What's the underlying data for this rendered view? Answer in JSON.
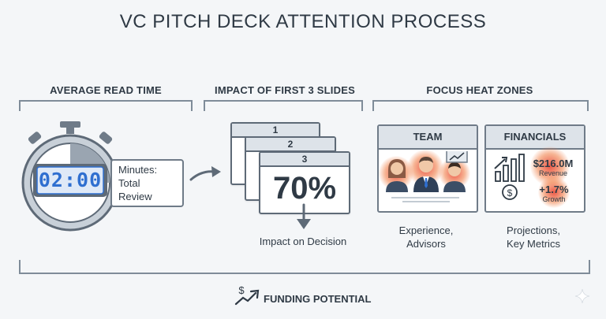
{
  "title": "VC PITCH DECK ATTENTION PROCESS",
  "sections": {
    "read_time": {
      "heading": "AVERAGE READ TIME",
      "timer": "02:00",
      "label_line1": "Minutes:",
      "label_line2": "Total Review"
    },
    "first_slides": {
      "heading": "IMPACT OF FIRST 3 SLIDES",
      "slide_numbers": [
        "1",
        "2",
        "3"
      ],
      "percent": "70%",
      "caption": "Impact on Decision"
    },
    "heat_zones": {
      "heading": "FOCUS HEAT ZONES",
      "team": {
        "title": "TEAM",
        "caption_line1": "Experience,",
        "caption_line2": "Advisors"
      },
      "financials": {
        "title": "FINANCIALS",
        "revenue_value": "$216.0M",
        "revenue_label": "Revenue",
        "growth_value": "+1.7%",
        "growth_label": "Growth",
        "caption_line1": "Projections,",
        "caption_line2": "Key Metrics"
      }
    }
  },
  "footer": {
    "label": "FUNDING POTENTIAL"
  },
  "colors": {
    "stroke": "#5e6a77",
    "accent_blue": "#2f6fd0",
    "heat_red": "#e83c28",
    "panel": "#dde3e9"
  }
}
